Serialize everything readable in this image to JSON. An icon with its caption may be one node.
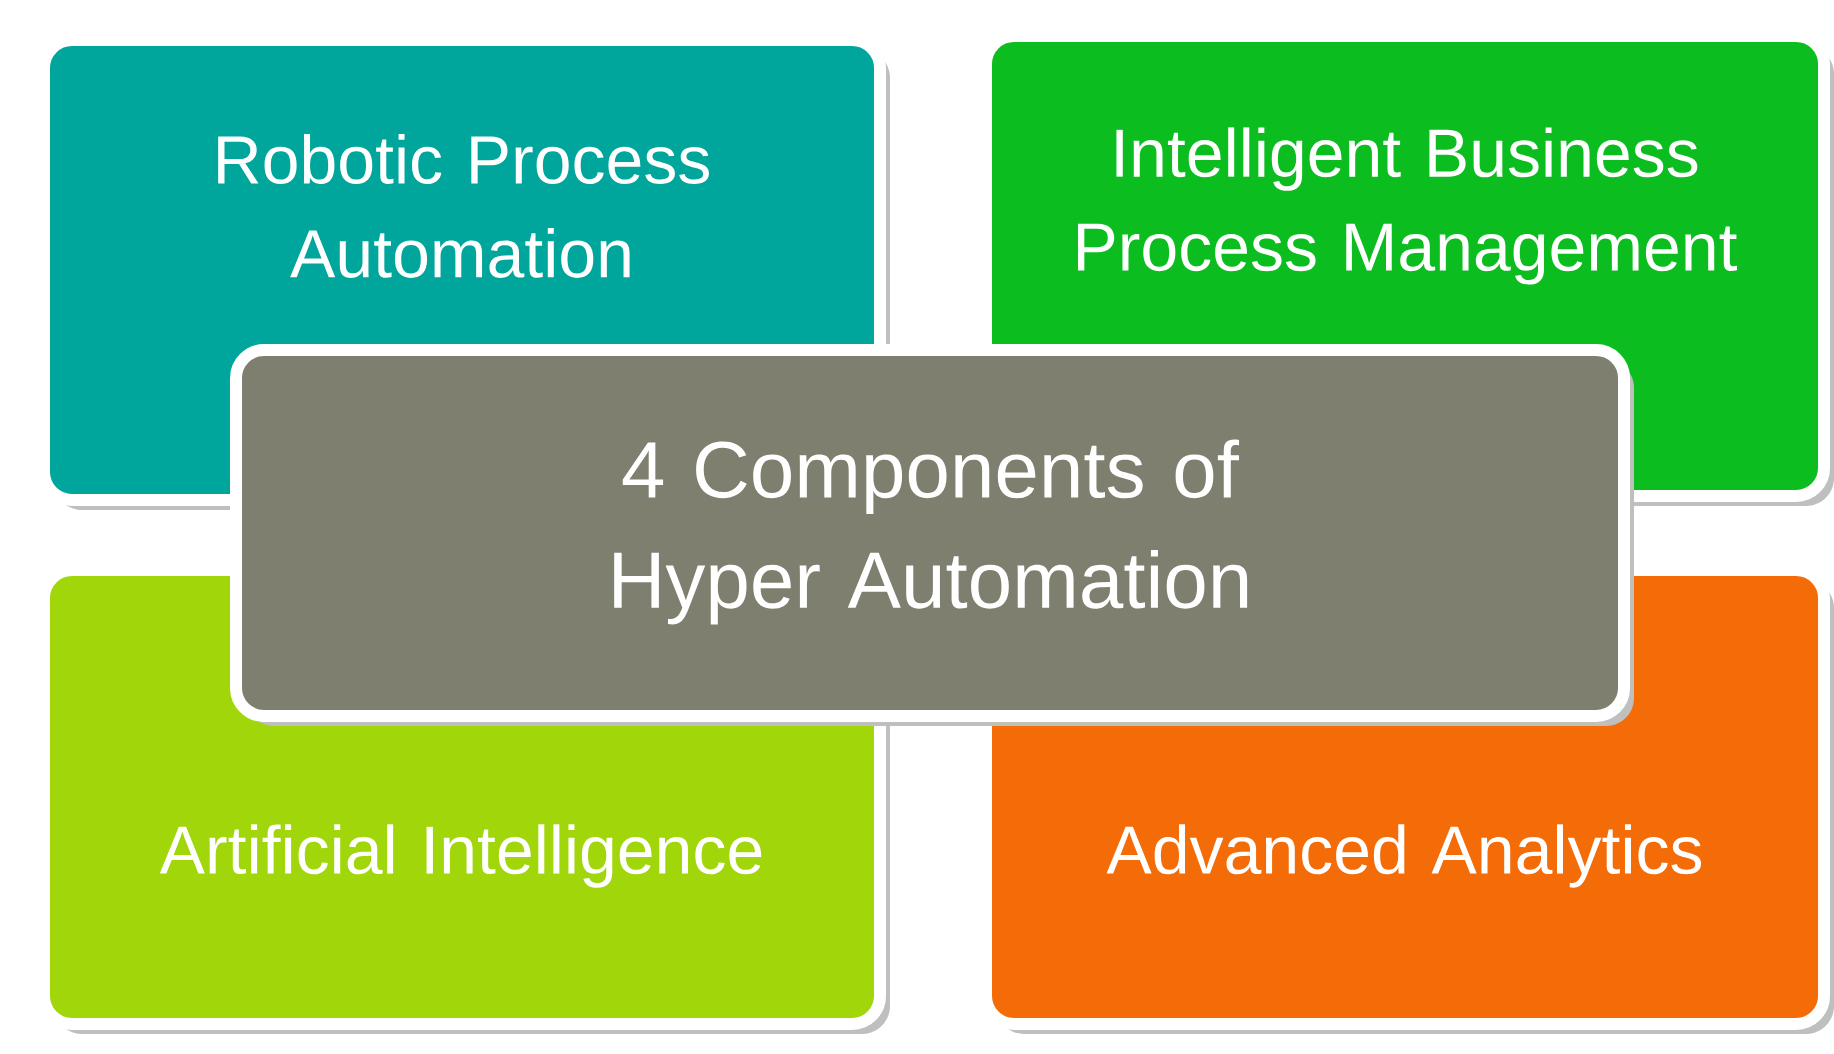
{
  "diagram": {
    "nodes": [
      {
        "text": [
          "Robotic Process Automation"
        ]
      },
      {
        "text": [
          "Intelligent Business Process Management"
        ]
      },
      {
        "text": [
          "Artificial Intelligence"
        ]
      },
      {
        "text": [
          "Advanced Analytics"
        ]
      },
      {
        "text": [
          "4 Components of Hyper Automation"
        ]
      }
    ]
  }
}
